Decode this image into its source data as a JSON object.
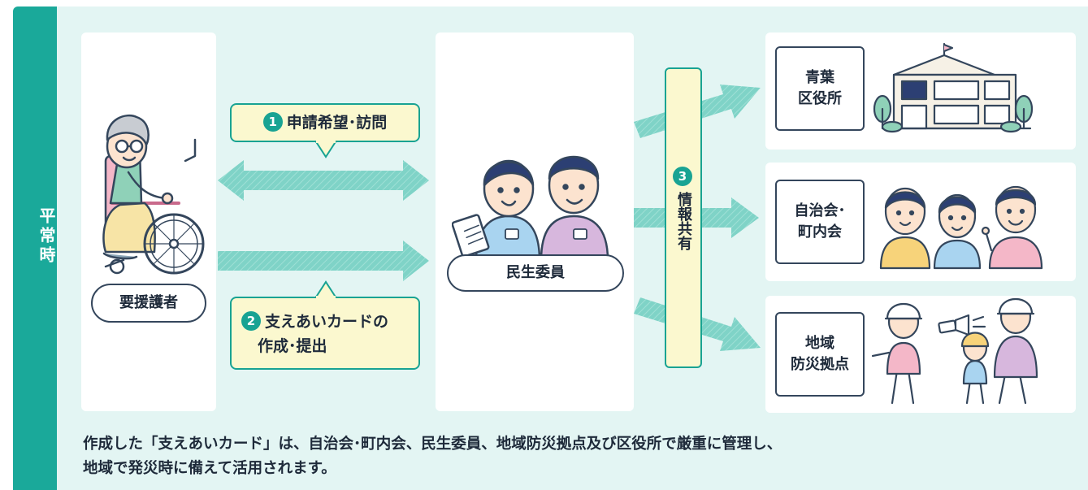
{
  "side_label": "平常時",
  "recipient": {
    "label": "要援護者"
  },
  "commissioner": {
    "label": "民生委員"
  },
  "step1": {
    "num": "1",
    "text": "申請希望･訪問"
  },
  "step2": {
    "num": "2",
    "line1": "支えあいカードの",
    "line2": "作成･提出"
  },
  "step3": {
    "num": "3",
    "text": "情報共有"
  },
  "destinations": [
    {
      "line1": "青葉",
      "line2": "区役所"
    },
    {
      "line1": "自治会･",
      "line2": "町内会"
    },
    {
      "line1": "地域",
      "line2": "防災拠点"
    }
  ],
  "caption": {
    "line1": "作成した「支えあいカード」は、自治会･町内会、民生委員、地域防災拠点及び区役所で厳重に管理し、",
    "line2": "地域で発災時に備えて活用されます。"
  },
  "colors": {
    "teal": "#1aa99a",
    "panel": "#e3f5f3",
    "arrow": "#7fd3c7",
    "callout_fill": "#fbf8cf",
    "ink": "#34465c"
  }
}
